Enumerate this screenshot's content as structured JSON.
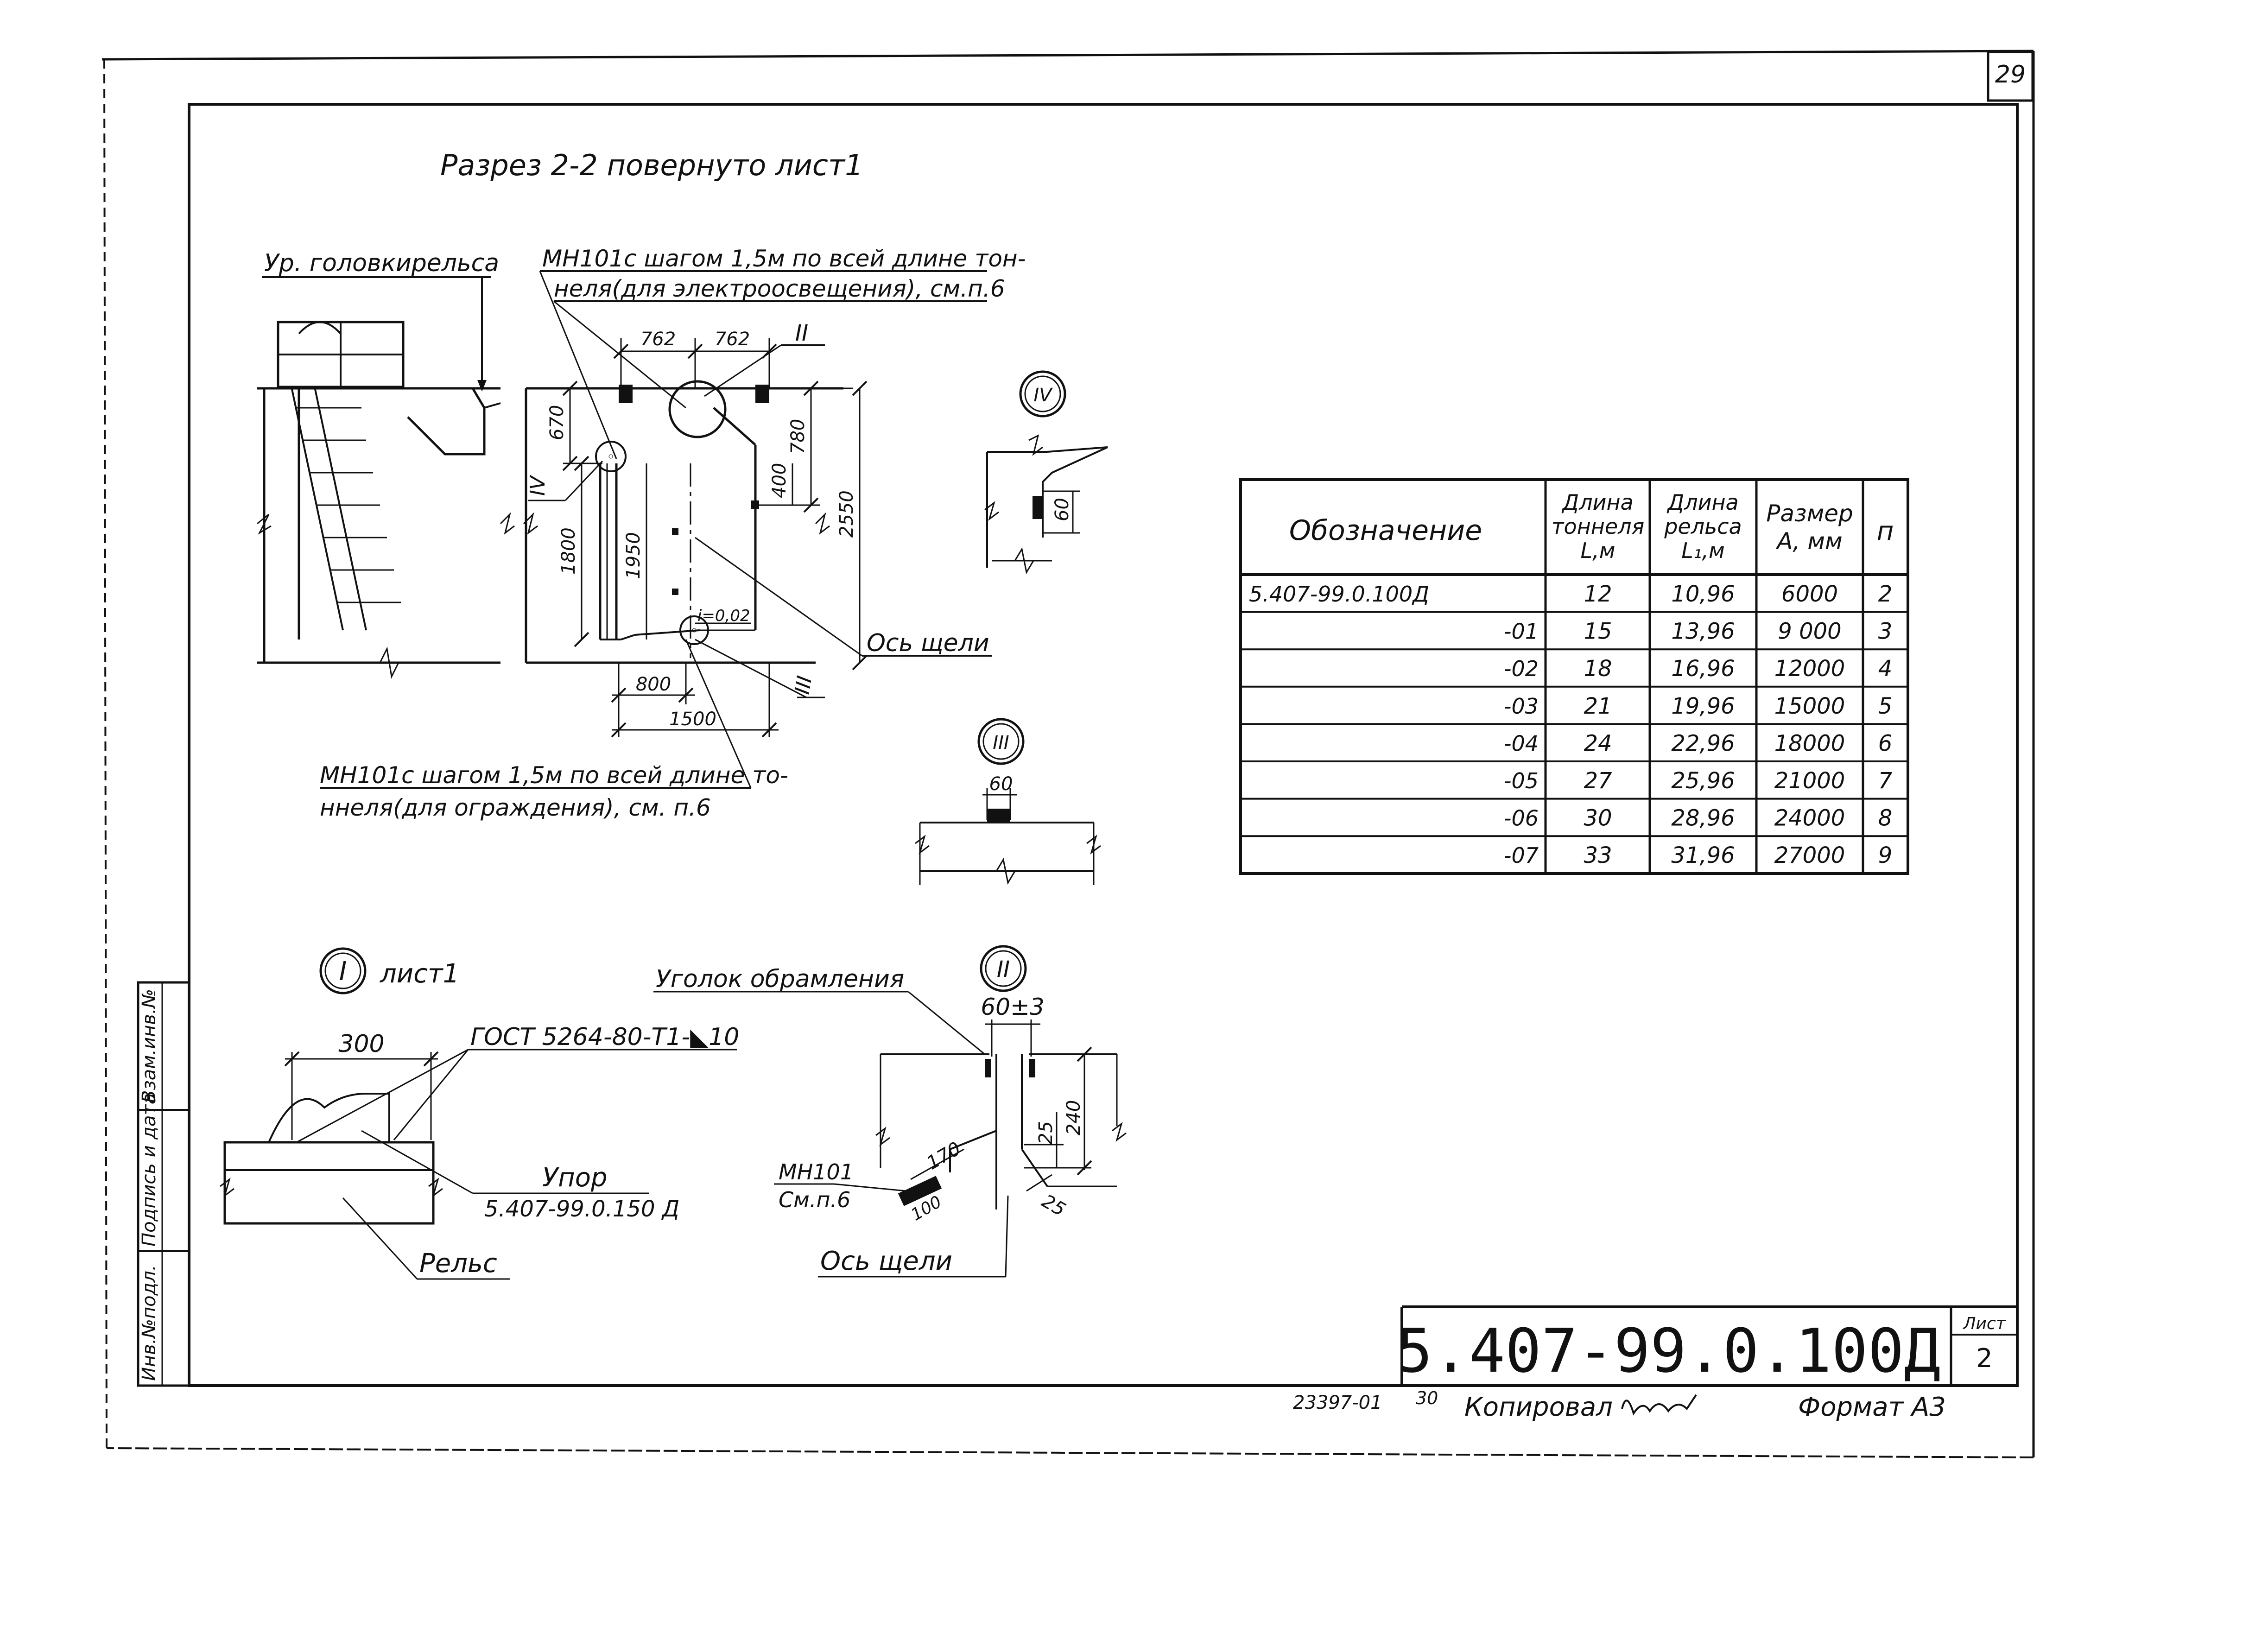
{
  "sheet": {
    "corner_number": "29",
    "section_title": "Разрез 2-2 повернуто лист1",
    "notes": {
      "rail_head_level": "Ур. головкирельса",
      "mn101_lighting_line1": "МН101с шагом 1,5м по всей длине тон-",
      "mn101_lighting_line2": "неля(для электроосвещения), см.п.6",
      "mn101_fence_line1": "МН101с шагом 1,5м по всей длине то-",
      "mn101_fence_line2": "ннеля(для ограждения), см. п.6",
      "slot_axis": "Ось щели",
      "framing_angle": "Уголок обрамления",
      "gost": "ГОСТ 5264-80-Т1-◣10",
      "stop": "Упор",
      "stop_ref": "5.407-99.0.150 Д",
      "rail": "Рельс",
      "sheet1": "лист1",
      "mn101": "МН101",
      "see_p6": "См.п.6",
      "slope": "i=0,02"
    },
    "callouts": {
      "I": "I",
      "II": "II",
      "III": "III",
      "IV": "IV"
    },
    "dimensions": {
      "d762a": "762",
      "d762b": "762",
      "d670": "670",
      "d780": "780",
      "d400": "400",
      "d2550": "2550",
      "d1800": "1800",
      "d1950": "1950",
      "d800": "800",
      "d1500": "1500",
      "d60_iv": "60",
      "d60_iii": "60",
      "d300": "300",
      "d60pm3": "60±3",
      "d240": "240",
      "d25a": "25",
      "d25b": "25",
      "d170": "170",
      "d100": "100"
    },
    "table": {
      "headers": [
        "Обозначение",
        "Длина тоннеля L,м",
        "Длина рельса L₁,м",
        "Размер А, мм",
        "п"
      ],
      "rows": [
        [
          "5.407-99.0.100Д",
          "12",
          "10,96",
          "6000",
          "2"
        ],
        [
          "-01",
          "15",
          "13,96",
          "9 000",
          "3"
        ],
        [
          "-02",
          "18",
          "16,96",
          "12000",
          "4"
        ],
        [
          "-03",
          "21",
          "19,96",
          "15000",
          "5"
        ],
        [
          "-04",
          "24",
          "22,96",
          "18000",
          "6"
        ],
        [
          "-05",
          "27",
          "25,96",
          "21000",
          "7"
        ],
        [
          "-06",
          "30",
          "28,96",
          "24000",
          "8"
        ],
        [
          "-07",
          "33",
          "31,96",
          "27000",
          "9"
        ]
      ]
    },
    "title_block": {
      "designation": "5.407-99.0.100Д",
      "sheet_label": "Лист",
      "sheet_number": "2"
    },
    "side_stamp": {
      "inv_orig": "Инв.№подл.",
      "sign_date": "Подпись и дата",
      "replaces": "Взам.инв.№"
    },
    "footer": {
      "order_no": "23397-01",
      "sheet_count": "30",
      "copied": "Копировал",
      "copied_signature": "Лозб",
      "format": "Формат А3"
    }
  }
}
